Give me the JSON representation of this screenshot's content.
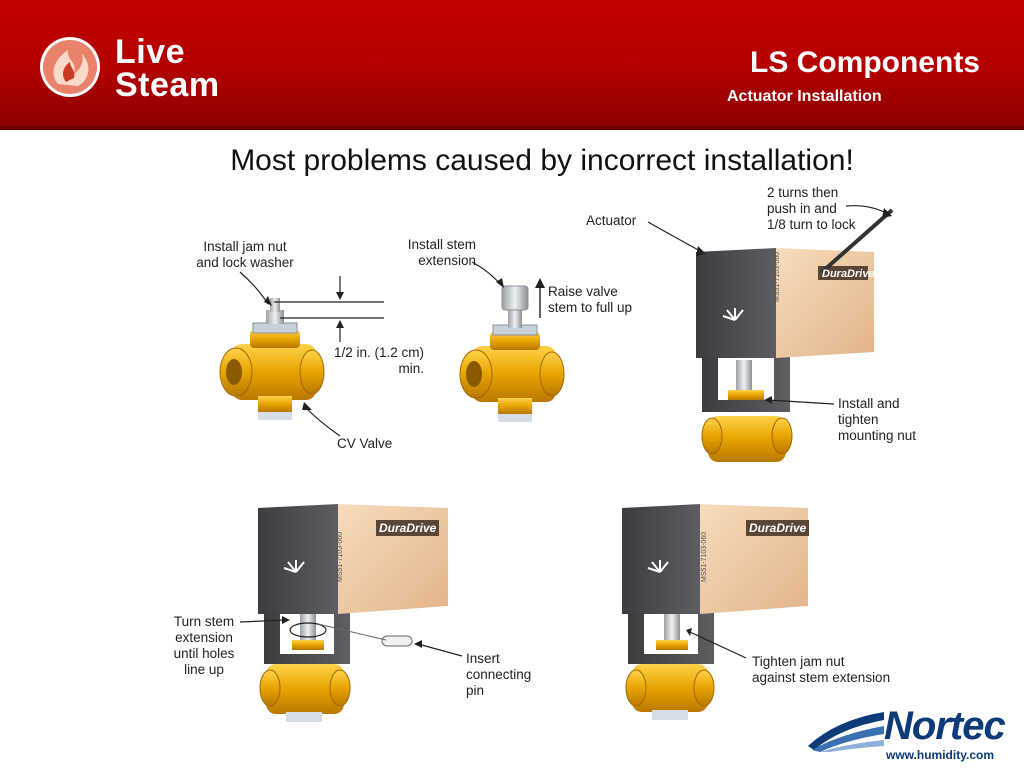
{
  "header": {
    "logo_line1": "Live",
    "logo_line2": "Steam",
    "title": "LS Components",
    "subtitle": "Actuator Installation"
  },
  "headline": "Most problems caused by incorrect installation!",
  "labels": {
    "jam_nut": "Install jam nut\nand lock washer",
    "dimension": "1/2 in. (1.2 cm)\nmin.",
    "cv_valve": "CV Valve",
    "stem_ext": "Install stem\nextension",
    "raise_valve": "Raise valve\nstem to full up",
    "actuator": "Actuator",
    "turns": "2 turns then\npush in and\n1/8 turn to lock",
    "mounting_nut": "Install and\ntighten\nmounting nut",
    "turn_stem": "Turn stem\nextension\nuntil holes\nline up",
    "insert_pin": "Insert\nconnecting\npin",
    "tighten_jam": "Tighten jam nut\nagainst stem extension"
  },
  "actuator_brand": "DuraDrive",
  "actuator_model": "MS51-7103-060",
  "footer": {
    "brand": "Nortec",
    "url": "www.humidity.com"
  },
  "colors": {
    "header_red": "#b30000",
    "valve_gold": "#e8a400",
    "actuator_tan": "#f0c9a0",
    "actuator_gray": "#4a4c50",
    "nortec_blue": "#0d3a78"
  }
}
